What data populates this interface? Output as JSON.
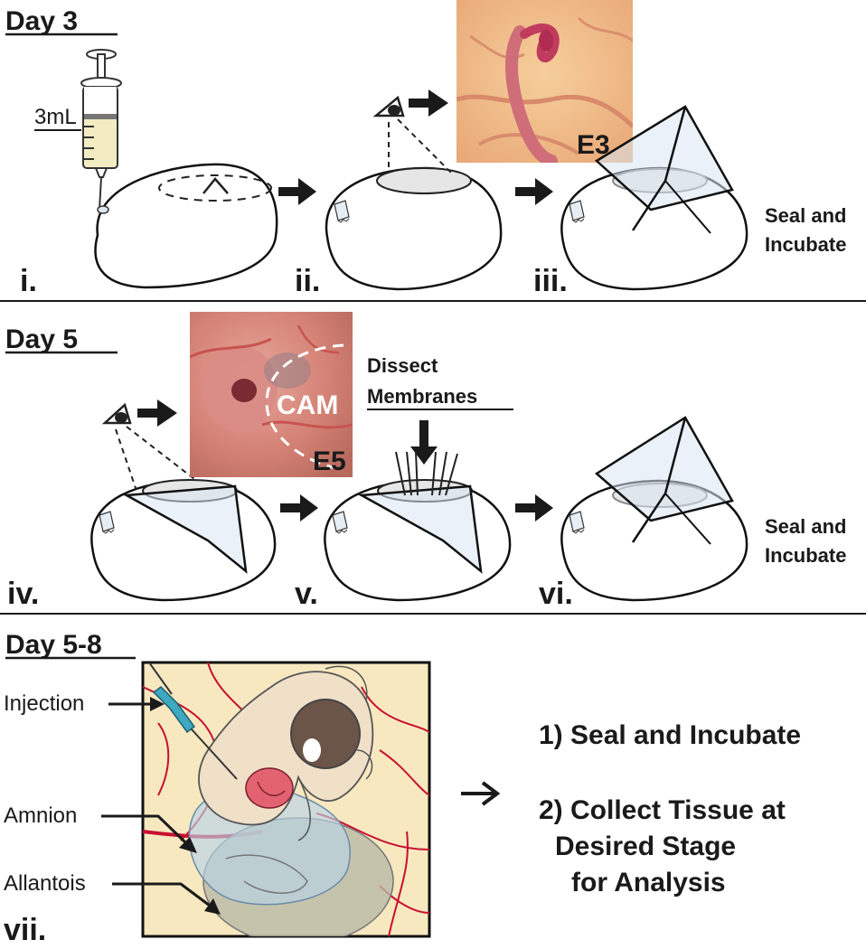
{
  "sections": [
    {
      "header": "Day 3"
    },
    {
      "header": "Day 5"
    },
    {
      "header": "Day 5-8"
    }
  ],
  "steps": [
    "i.",
    "ii.",
    "iii.",
    "iv.",
    "v.",
    "vi.",
    "vii."
  ],
  "labels": {
    "volume": "3mL",
    "e3": "E3",
    "e5": "E5",
    "cam": "CAM",
    "dissect_line1": "Dissect",
    "dissect_line2": "Membranes",
    "seal_line1": "Seal and",
    "seal_line2": "Incubate",
    "injection": "Injection",
    "amnion": "Amnion",
    "allantois": "Allantois"
  },
  "final_steps": {
    "step1": "1) Seal and Incubate",
    "step2_line1": "2) Collect Tissue at",
    "step2_line2": "Desired Stage",
    "step2_line3": "for Analysis"
  },
  "colors": {
    "embryo_photo_bg": "#f2c08a",
    "cam_photo_bg": "#d98a7a",
    "vessel_red": "#c8102e",
    "diagram_bg": "#f7e8c0",
    "amnion_blue": "#b8d4e8",
    "allantois_gray": "#b9b9a8",
    "window_gray": "#e6e6e6"
  }
}
